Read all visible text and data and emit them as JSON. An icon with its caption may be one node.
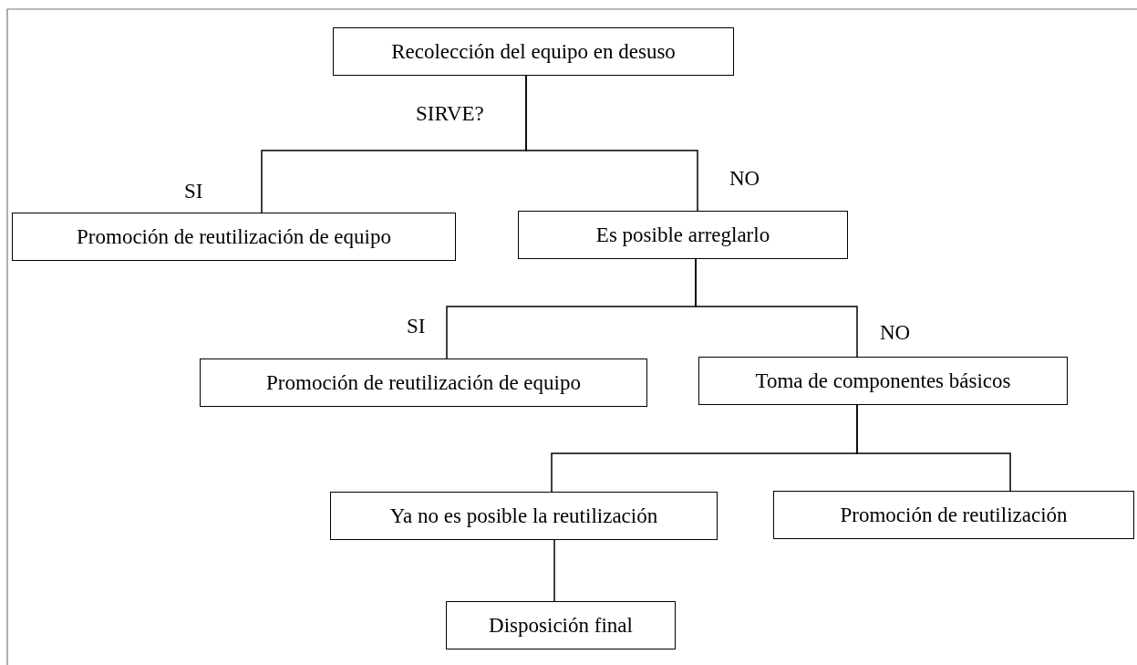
{
  "diagram": {
    "nodes": [
      {
        "text": [
          "Recolección del equipo en desuso"
        ]
      },
      {
        "text": [
          "Promoción de reutilización de equipo"
        ]
      },
      {
        "text": [
          "Es posible arreglarlo"
        ]
      },
      {
        "text": [
          "Promoción de reutilización de equipo"
        ]
      },
      {
        "text": [
          "Toma de componentes básicos"
        ]
      },
      {
        "text": [
          "Ya no es posible la reutilización"
        ]
      },
      {
        "text": [
          "Promoción de reutilización"
        ]
      },
      {
        "text": [
          "Disposición final"
        ]
      }
    ],
    "edges": [
      {
        "from": 0,
        "to": 1,
        "arrow": "none",
        "label": "SI"
      },
      {
        "from": 0,
        "to": 2,
        "arrow": "none",
        "label": "NO"
      },
      {
        "from": 2,
        "to": 3,
        "arrow": "none",
        "label": "SI"
      },
      {
        "from": 2,
        "to": 4,
        "arrow": "none",
        "label": "NO"
      },
      {
        "from": 4,
        "to": 5,
        "arrow": "none"
      },
      {
        "from": 4,
        "to": 6,
        "arrow": "none"
      },
      {
        "from": 5,
        "to": 7,
        "arrow": "none"
      }
    ],
    "labels": [
      "SIRVE?"
    ]
  }
}
